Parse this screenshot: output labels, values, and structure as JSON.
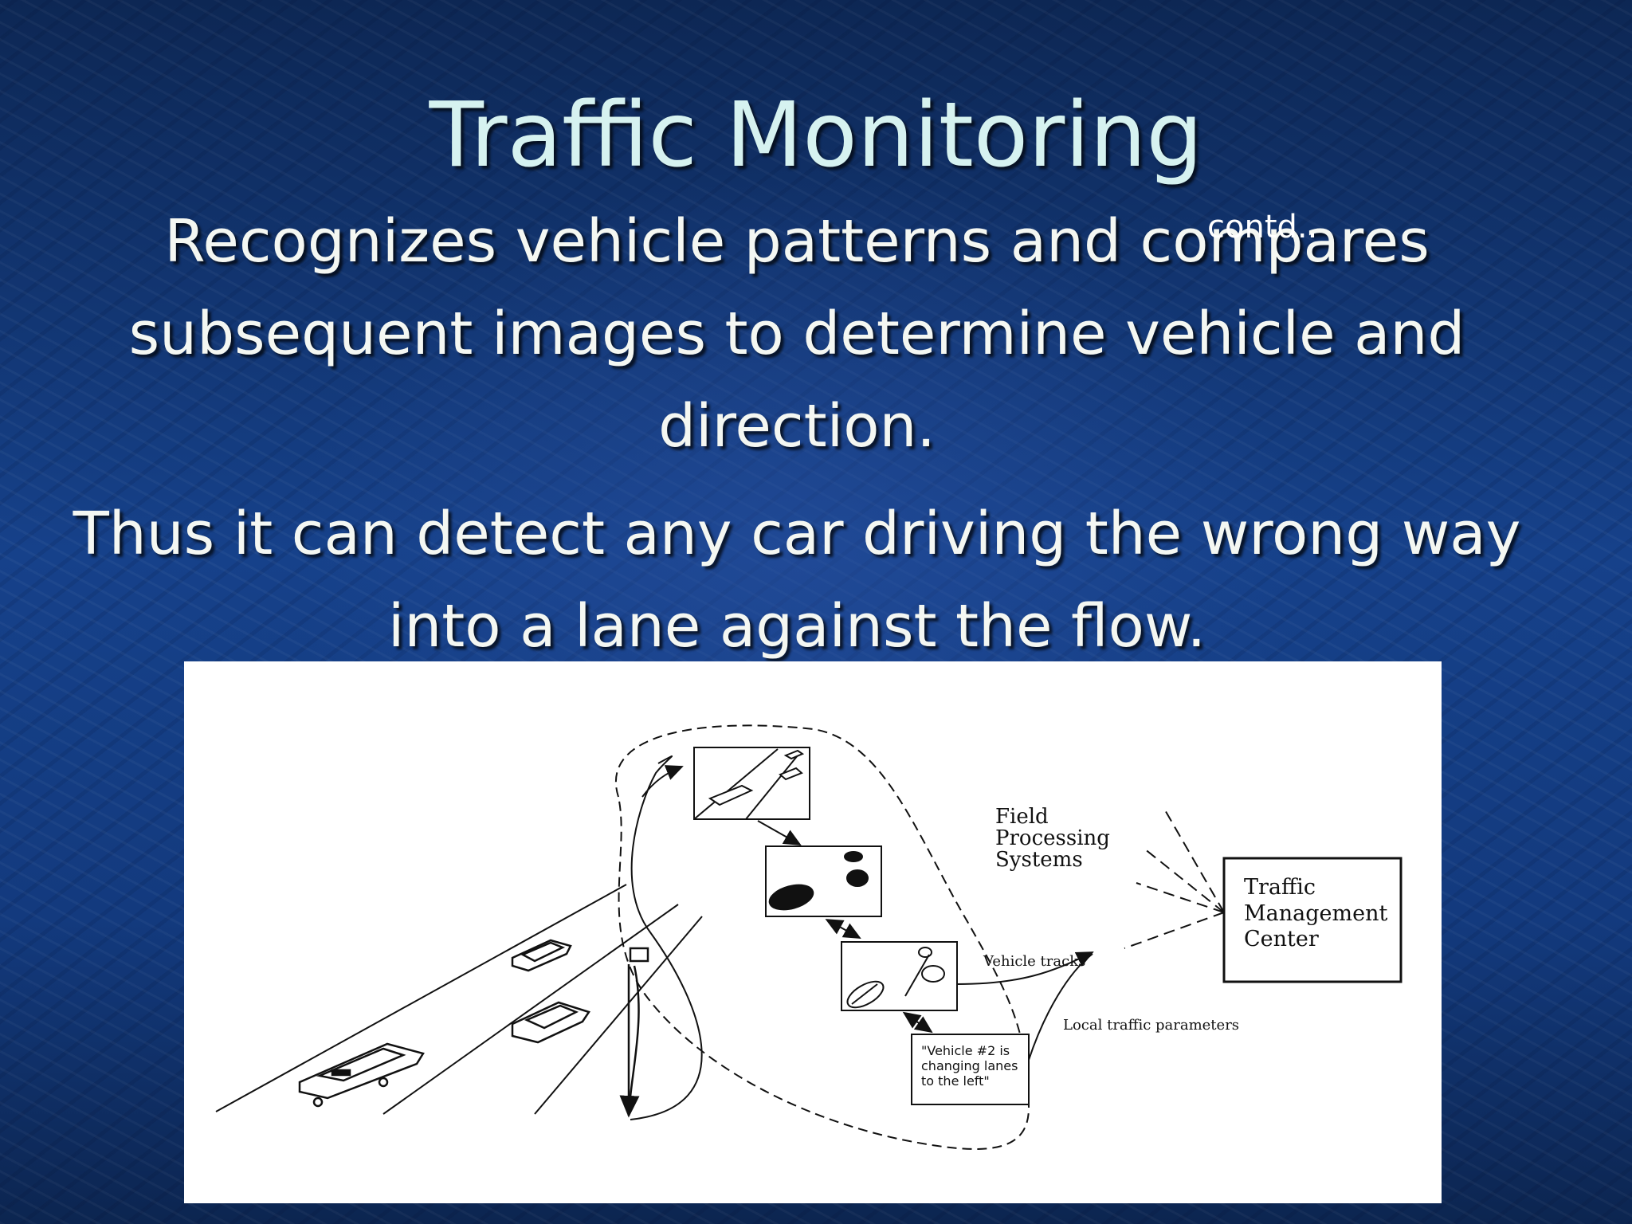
{
  "slide": {
    "title": "Traffic Monitoring",
    "contd_note": "contd..",
    "paragraph_1": "Recognizes vehicle patterns and compares subsequent images to determine vehicle and direction.",
    "paragraph_2": "Thus it can detect  any car driving the wrong way into a lane against the flow."
  },
  "figure": {
    "field_processing_label": [
      "Field",
      "Processing",
      "Systems"
    ],
    "tmc_label": [
      "Traffic",
      "Management",
      "Center"
    ],
    "vehicle_tracks_label": "Vehicle tracks",
    "local_params_label": "Local traffic parameters",
    "message_box_text": [
      "\"Vehicle #2 is",
      "changing lanes",
      "to the left\""
    ]
  },
  "colors": {
    "background": "#16418a",
    "title_text": "#d6f2f0",
    "body_text": "#f4f7f2",
    "figure_background": "#ffffff"
  }
}
